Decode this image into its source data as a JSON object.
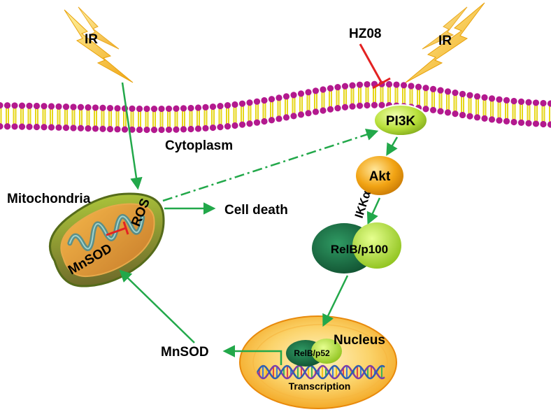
{
  "labels": {
    "ir_left": "IR",
    "ir_right": "IR",
    "hz08": "HZ08",
    "pi3k": "PI3K",
    "cytoplasm": "Cytoplasm",
    "akt": "Akt",
    "ikka": "IKKα",
    "mitochondria": "Mitochondria",
    "ros": "ROS",
    "mnsod_mito": "MnSOD",
    "cell_death": "Cell death",
    "relb_p100": "RelB/p100",
    "nucleus": "Nucleus",
    "relb_p52": "RelB/p52",
    "transcription": "Transcription",
    "mnsod_out": "MnSOD"
  },
  "colors": {
    "activation_arrow": "#22a84a",
    "inhibition": "#e32222",
    "membrane_head": "#b3198e",
    "membrane_tail": "#e6d619",
    "pi3k": "#b8e03a",
    "akt": "#f2a414",
    "nucleus": "#f2a11a",
    "relb_dark": "#1a6e45",
    "lightning": "#f7c21a"
  }
}
